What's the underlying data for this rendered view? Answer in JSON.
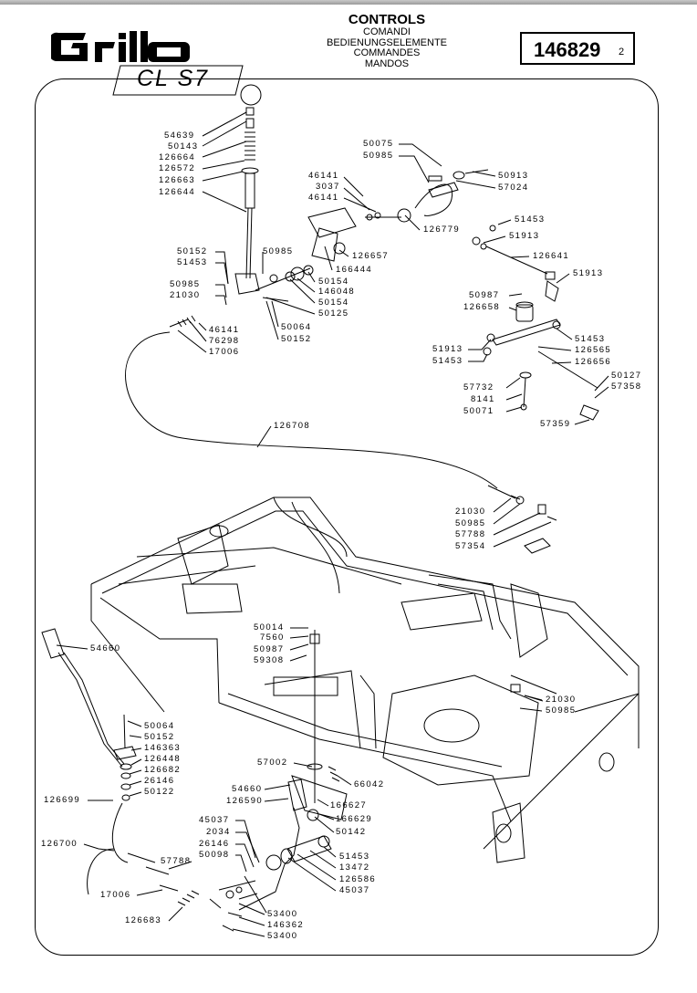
{
  "header": {
    "brand": "Grillo",
    "model": "CL  S7",
    "title": "CONTROLS",
    "subtitles": [
      "COMANDI",
      "BEDIENUNGSELEMENTE",
      "COMMANDES",
      "MANDOS"
    ],
    "part_number": "146829",
    "page": "2"
  },
  "labels": {
    "l01": "54639",
    "l02": "50143",
    "l03": "126664",
    "l04": "126572",
    "l05": "126663",
    "l06": "126644",
    "l07": "50152",
    "l08": "51453",
    "l09": "50985",
    "l10": "21030",
    "l11": "46141",
    "l12": "76298",
    "l13": "17006",
    "l14": "50985",
    "l15": "50064",
    "l16": "50152",
    "l17": "46141",
    "l18": "3037",
    "l19": "46141",
    "l20": "126657",
    "l21": "166444",
    "l22": "50154",
    "l23": "146048",
    "l24": "50154",
    "l25": "50125",
    "l26": "50075",
    "l27": "50985",
    "l28": "50913",
    "l29": "57024",
    "l30": "126779",
    "l31": "51453",
    "l32": "51913",
    "l33": "126641",
    "l34": "51913",
    "l35": "50987",
    "l36": "126658",
    "l37": "51453",
    "l38": "51913",
    "l39": "126565",
    "l40": "51453",
    "l41": "126656",
    "l42": "57732",
    "l43": "8141",
    "l44": "50071",
    "l45": "50127",
    "l46": "57358",
    "l47": "57359",
    "l48": "126708",
    "l49": "21030",
    "l50": "50985",
    "l51": "57788",
    "l52": "57354",
    "l53": "50014",
    "l54": "7560",
    "l55": "50987",
    "l56": "59308",
    "l57": "54660",
    "l58": "21030",
    "l59": "50985",
    "l60": "50064",
    "l61": "50152",
    "l62": "146363",
    "l63": "126448",
    "l64": "126682",
    "l65": "26146",
    "l66": "50122",
    "l67": "126699",
    "l68": "57002",
    "l69": "66042",
    "l70": "166627",
    "l71": "166629",
    "l72": "50142",
    "l73": "54660",
    "l74": "126590",
    "l75": "45037",
    "l76": "2034",
    "l77": "26146",
    "l78": "50098",
    "l79": "51453",
    "l80": "13472",
    "l81": "126586",
    "l82": "45037",
    "l83": "126700",
    "l84": "57788",
    "l85": "17006",
    "l86": "126683",
    "l87": "53400",
    "l88": "146362",
    "l89": "53400"
  }
}
